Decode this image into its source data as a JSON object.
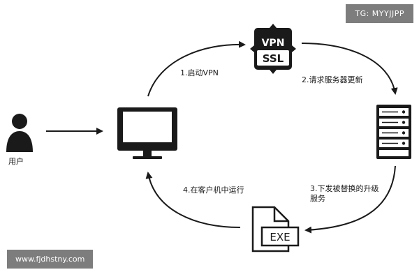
{
  "watermark_top": "TG: MYYJJPP",
  "watermark_url": "www.fjdhstny.com",
  "nodes": {
    "user": {
      "label": "用户",
      "icon": "user-icon"
    },
    "computer": {
      "icon": "monitor-icon"
    },
    "vpn": {
      "line1": "VPN",
      "line2": "SSL",
      "icon": "vpn-ssl-icon"
    },
    "server": {
      "icon": "server-icon"
    },
    "exe": {
      "label": "EXE",
      "icon": "exe-file-icon"
    }
  },
  "steps": {
    "step1": "1.启动VPN",
    "step2": "2.请求服务器更新",
    "step3": "3.下发被替换的升级服务",
    "step4": "4.在客户机中运行"
  },
  "colors": {
    "ink": "#1a1a1a",
    "badge_bg": "#7d7d7d",
    "badge_text": "#ffffff"
  }
}
